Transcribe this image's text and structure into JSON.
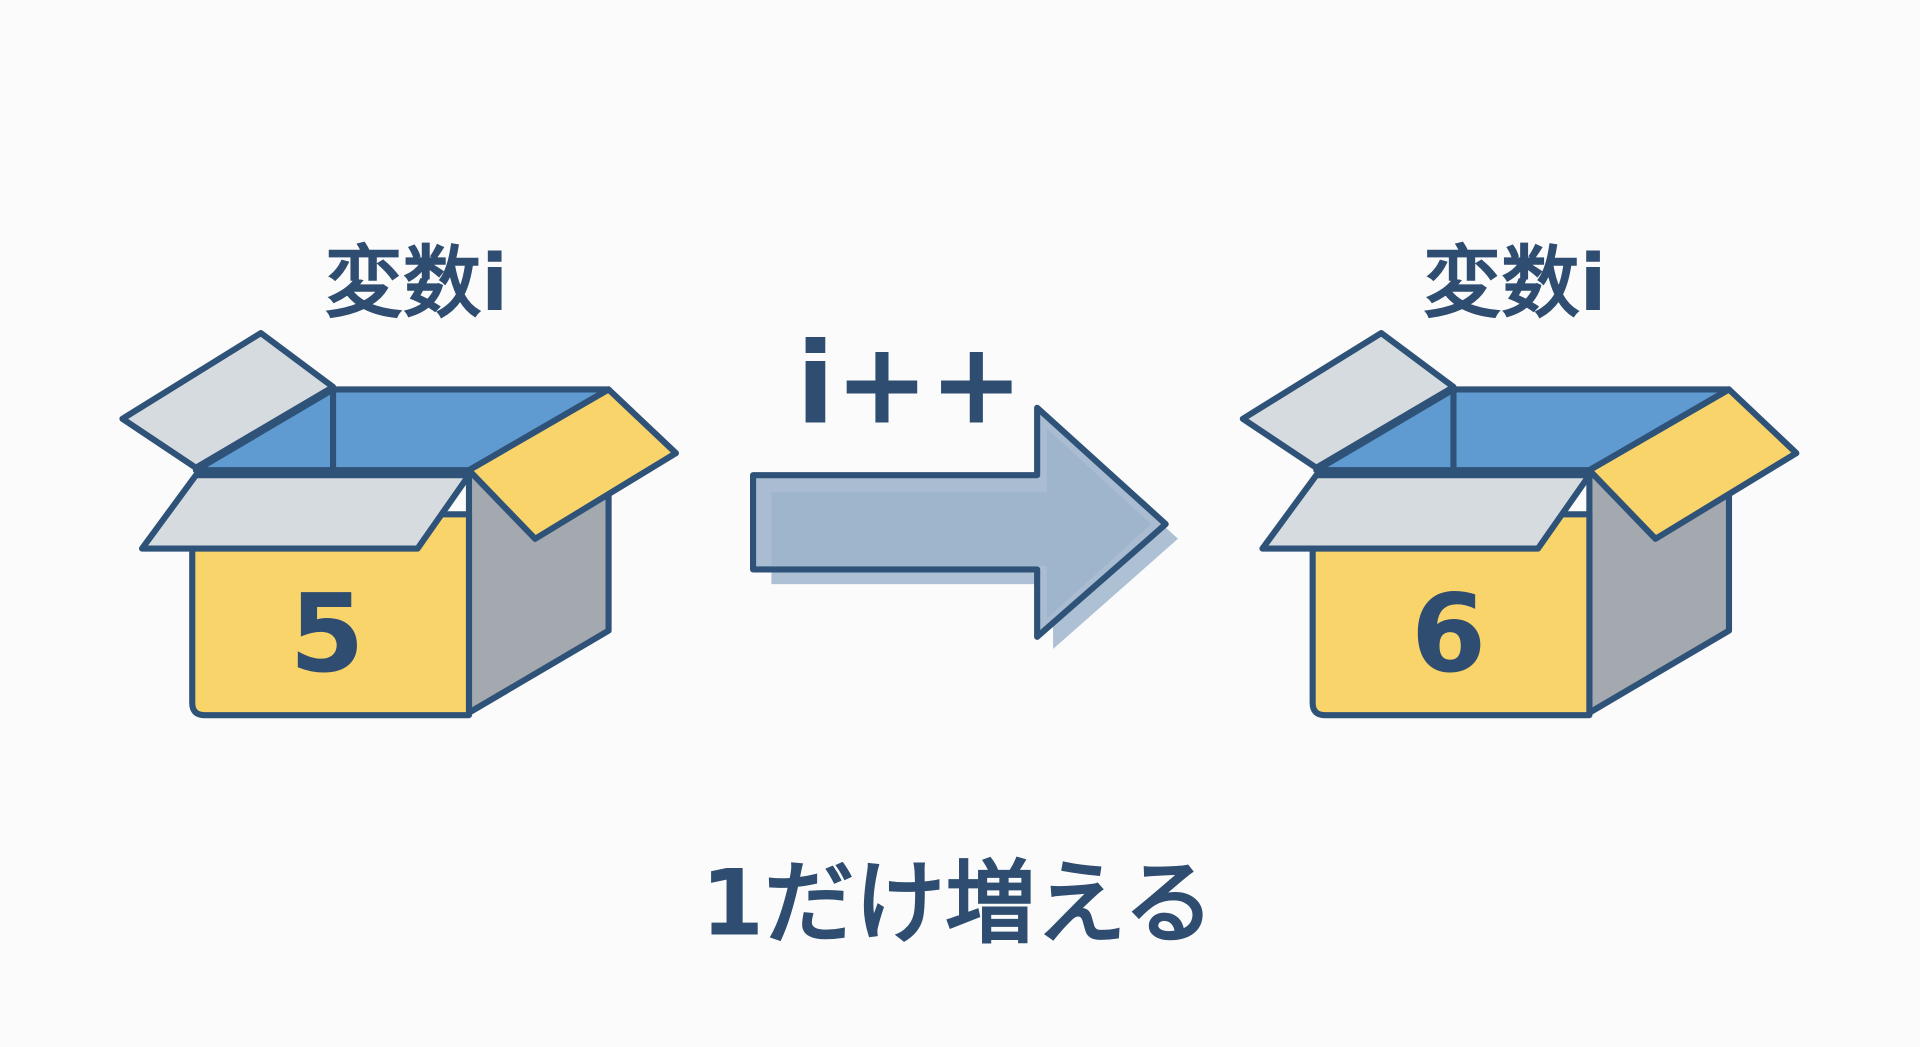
{
  "left_box": {
    "label": "変数i",
    "value": "5"
  },
  "right_box": {
    "label": "変数i",
    "value": "6"
  },
  "operation": "i++",
  "caption": "1だけ増える",
  "colors": {
    "outline": "#2f5278",
    "interior": "#5f9bd0",
    "flap_grey": "#d6dbe0",
    "side_grey": "#a3a9ae",
    "yellow": "#f8d46a",
    "arrow": "#9fb5cc",
    "text": "#2f4d70"
  }
}
